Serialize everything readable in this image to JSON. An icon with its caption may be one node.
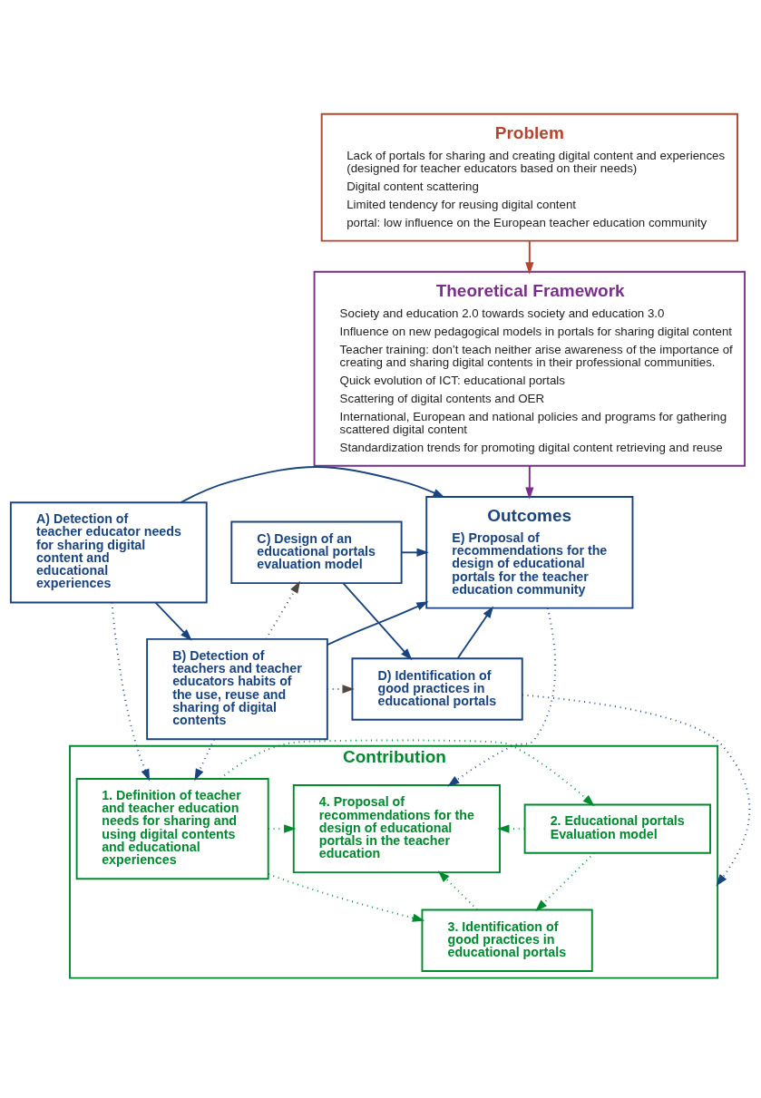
{
  "diagram": {
    "nodes": [
      {
        "text": [
          "Problem",
          "Lack of portals for sharing and creating digital content and experiences (designed for teacher educators based on their needs)",
          "Digital content scattering",
          "Limited tendency for reusing digital content",
          "portal: low influence on the European teacher education community"
        ]
      },
      {
        "text": [
          "Theoretical Framework",
          "Society and education 2.0 towards society and education 3.0",
          "Influence on new pedagogical models in portals for sharing digital content",
          "Teacher training: don’t teach neither arise awareness of the importance of creating and sharing digital contents in their professional communities.",
          "Quick evolution of ICT: educational portals",
          "Scattering of digital contents and OER",
          "International, European and national policies and programs for gathering scattered digital content",
          "Standardization trends for promoting digital content retrieving and reuse"
        ]
      },
      {
        "text": [
          "A) Detection of teacher educator needs for sharing digital content and educational experiences"
        ]
      },
      {
        "text": [
          "B) Detection of teachers and teacher educators habits of the use, reuse and sharing of digital contents"
        ]
      },
      {
        "text": [
          "C) Design of an educational portals evaluation model"
        ]
      },
      {
        "text": [
          "D) Identification of good practices in educational portals"
        ]
      },
      {
        "text": [
          "Outcomes",
          "E) Proposal of recommendations for the design of educational portals for the teacher education community"
        ]
      },
      {
        "text": [
          "Contribution"
        ]
      },
      {
        "text": [
          "1. Definition of teacher and teacher education needs for sharing and using digital contents and educational experiences"
        ],
        "in": 7
      },
      {
        "text": [
          "4. Proposal of recommendations for the design of educational portals in the teacher education"
        ],
        "in": 7
      },
      {
        "text": [
          "2. Educational portals Evaluation model"
        ],
        "in": 7
      },
      {
        "text": [
          "3. Identification of good practices in educational portals"
        ],
        "in": 7
      }
    ],
    "edges": [
      {
        "from": 0,
        "to": 1,
        "arrow": "to",
        "color": "#b5442f"
      },
      {
        "from": 1,
        "to": 6,
        "arrow": "to",
        "color": "#7b2d8e"
      },
      {
        "from": 2,
        "to": 6,
        "arrow": "to"
      },
      {
        "from": 2,
        "to": 3,
        "arrow": "to"
      },
      {
        "from": 4,
        "to": 6,
        "arrow": "to"
      },
      {
        "from": 4,
        "to": 5,
        "arrow": "to"
      },
      {
        "from": 3,
        "to": 6,
        "arrow": "to"
      },
      {
        "from": 5,
        "to": 6,
        "arrow": "to"
      },
      {
        "from": 3,
        "to": 4,
        "arrow": "to",
        "style": "dashed",
        "color": "#4d4843"
      },
      {
        "from": 3,
        "to": 5,
        "arrow": "to",
        "style": "dashed",
        "color": "#4d4843"
      },
      {
        "from": 2,
        "to": 8,
        "arrow": "to",
        "style": "dashed"
      },
      {
        "from": 3,
        "to": 8,
        "arrow": "to",
        "style": "dashed"
      },
      {
        "from": 6,
        "to": 9,
        "arrow": "to",
        "style": "dashed"
      },
      {
        "from": 5,
        "to": 7,
        "arrow": "to",
        "style": "dashed"
      },
      {
        "from": 8,
        "to": 10,
        "arrow": "to",
        "style": "dashed",
        "color": "#008a30"
      },
      {
        "from": 8,
        "to": 9,
        "arrow": "to",
        "style": "dashed",
        "color": "#008a30"
      },
      {
        "from": 8,
        "to": 11,
        "arrow": "to",
        "style": "dashed",
        "color": "#008a30"
      },
      {
        "from": 10,
        "to": 9,
        "arrow": "to",
        "style": "dashed",
        "color": "#008a30"
      },
      {
        "from": 10,
        "to": 11,
        "arrow": "to",
        "style": "dashed",
        "color": "#008a30"
      },
      {
        "from": 11,
        "to": 9,
        "arrow": "to",
        "style": "dashed",
        "color": "#008a30"
      }
    ]
  }
}
